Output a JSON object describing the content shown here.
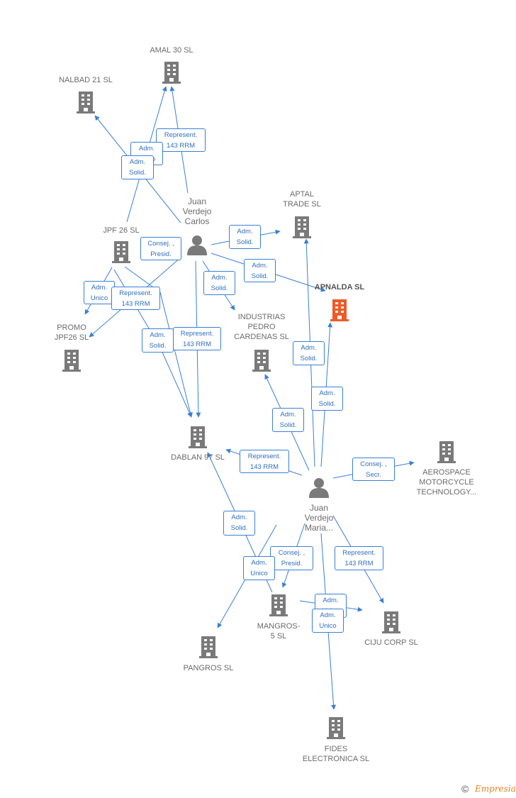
{
  "colors": {
    "edge": "#3a7fd5",
    "company": "#7a7a7a",
    "focus": "#f05a28",
    "person": "#7a7a7a",
    "text": "#6b6b6b",
    "brand": "#e8821e"
  },
  "nodes": {
    "amal30": {
      "label": "AMAL 30  SL",
      "type": "company"
    },
    "nalbad21": {
      "label": "NALBAD 21  SL",
      "type": "company"
    },
    "juan_carlos": {
      "label": "Juan\nVerdejo\nCarlos",
      "type": "person"
    },
    "jpf26": {
      "label": "JPF 26  SL",
      "type": "company"
    },
    "promo_jpf26": {
      "label": "PROMO\nJPF26  SL",
      "type": "company"
    },
    "aptal": {
      "label": "APTAL\nTRADE  SL",
      "type": "company"
    },
    "apnalda": {
      "label": "APNALDA  SL",
      "type": "focus"
    },
    "industrias": {
      "label": "INDUSTRIAS\nPEDRO\nCARDENAS SL",
      "type": "company"
    },
    "dablan97": {
      "label": "DABLAN 97  SL",
      "type": "company"
    },
    "juan_maria": {
      "label": "Juan\nVerdejo\nMaria...",
      "type": "person"
    },
    "aerospace": {
      "label": "AEROSPACE\nMOTORCYCLE\nTECHNOLOGY...",
      "type": "company"
    },
    "mangros5": {
      "label": "MANGROS-\n5  SL",
      "type": "company"
    },
    "pangros": {
      "label": "PANGROS  SL",
      "type": "company"
    },
    "ciju": {
      "label": "CIJU CORP SL",
      "type": "company"
    },
    "fides": {
      "label": "FIDES\nELECTRONICA SL",
      "type": "company"
    }
  },
  "edges": [
    {
      "from": "juan_carlos",
      "to": "amal30",
      "label": "Represent.\n143 RRM"
    },
    {
      "from": "jpf26",
      "to": "amal30",
      "label": "Adm.\nUnico"
    },
    {
      "from": "juan_carlos",
      "to": "nalbad21",
      "label": "Adm.\nSolid."
    },
    {
      "from": "juan_carlos",
      "to": "promo_jpf26",
      "label": "Consej. ,\nPresid."
    },
    {
      "from": "jpf26",
      "to": "promo_jpf26",
      "label": "Adm.\nUnico"
    },
    {
      "from": "jpf26",
      "to": "dablan97",
      "label": "Represent.\n143 RRM"
    },
    {
      "from": "juan_carlos",
      "to": "aptal",
      "label": "Adm.\nSolid."
    },
    {
      "from": "juan_carlos",
      "to": "apnalda",
      "label": "Adm.\nSolid."
    },
    {
      "from": "juan_carlos",
      "to": "industrias",
      "label": "Adm.\nSolid."
    },
    {
      "from": "jpf26",
      "to": "dablan97",
      "label": "Adm.\nSolid."
    },
    {
      "from": "juan_carlos",
      "to": "dablan97",
      "label": "Represent.\n143 RRM"
    },
    {
      "from": "juan_maria",
      "to": "aptal",
      "label": "Adm.\nSolid."
    },
    {
      "from": "juan_maria",
      "to": "apnalda",
      "label": "Adm.\nSolid."
    },
    {
      "from": "juan_maria",
      "to": "industrias",
      "label": "Adm.\nSolid."
    },
    {
      "from": "juan_maria",
      "to": "dablan97",
      "label": "Represent.\n143 RRM"
    },
    {
      "from": "juan_maria",
      "to": "aerospace",
      "label": "Consej. ,\nSecr."
    },
    {
      "from": "mangros5",
      "to": "dablan97",
      "label": "Adm.\nSolid."
    },
    {
      "from": "juan_maria",
      "to": "mangros5",
      "label": "Consej. ,\nPresid."
    },
    {
      "from": "mangros5",
      "to": "pangros",
      "label": "Adm.\nUnico"
    },
    {
      "from": "juan_maria",
      "to": "ciju",
      "label": "Represent.\n143 RRM"
    },
    {
      "from": "mangros5",
      "to": "ciju",
      "label": "Adm.\nUnico"
    },
    {
      "from": "juan_maria",
      "to": "fides",
      "label": "Adm.\nUnico"
    }
  ],
  "footer": {
    "copyright": "©",
    "brand": "Empresia"
  }
}
